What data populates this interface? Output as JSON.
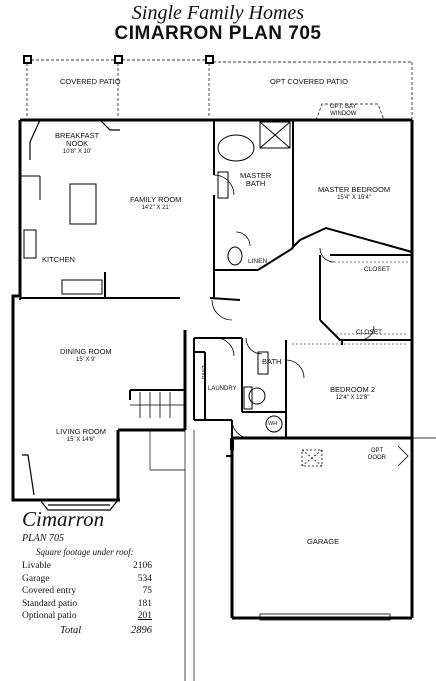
{
  "header": {
    "subtitle": "Single Family Homes",
    "title": "CIMARRON  PLAN 705"
  },
  "rooms": {
    "covered_patio": "COVERED PATIO",
    "opt_covered_patio": "OPT  COVERED PATIO",
    "opt_bay_window": "OPT. BAY\nWINDOW",
    "breakfast_nook": "BREAKFAST\nNOOK",
    "breakfast_nook_dim": "10'8\" X 10'",
    "family_room": "FAMILY ROOM",
    "family_room_dim": "14'2\" X 21'",
    "master_bath": "MASTER\nBATH",
    "master_bedroom": "MASTER BEDROOM",
    "master_bedroom_dim": "15'4\" X 15'4\"",
    "linen": "LINEN",
    "kitchen": "KITCHEN",
    "closet_1": "CLOSET",
    "closet_2": "CLOSET",
    "dining_room": "DINING ROOM",
    "dining_room_dim": "15' X 9'",
    "pantry": "PANT",
    "laundry": "LAUNDRY",
    "bath": "BATH",
    "bedroom_2": "BEDROOM 2",
    "bedroom_2_dim": "12'4\" X 12'8\"",
    "wh": "WH",
    "living_room": "LIVING ROOM",
    "living_room_dim": "15' X 14'6\"",
    "opt_door": "OPT\nDOOR",
    "garage": "GARAGE"
  },
  "legend": {
    "name": "Cimarron",
    "plan": "PLAN 705",
    "caption": "Square footage under roof:",
    "rows": [
      {
        "label": "Livable",
        "value": "2106"
      },
      {
        "label": "Garage",
        "value": "534"
      },
      {
        "label": "Covered entry",
        "value": "75"
      },
      {
        "label": "Standard patio",
        "value": "181"
      },
      {
        "label": "Optional patio",
        "value": "201"
      }
    ],
    "total_label": "Total",
    "total_value": "2896"
  }
}
